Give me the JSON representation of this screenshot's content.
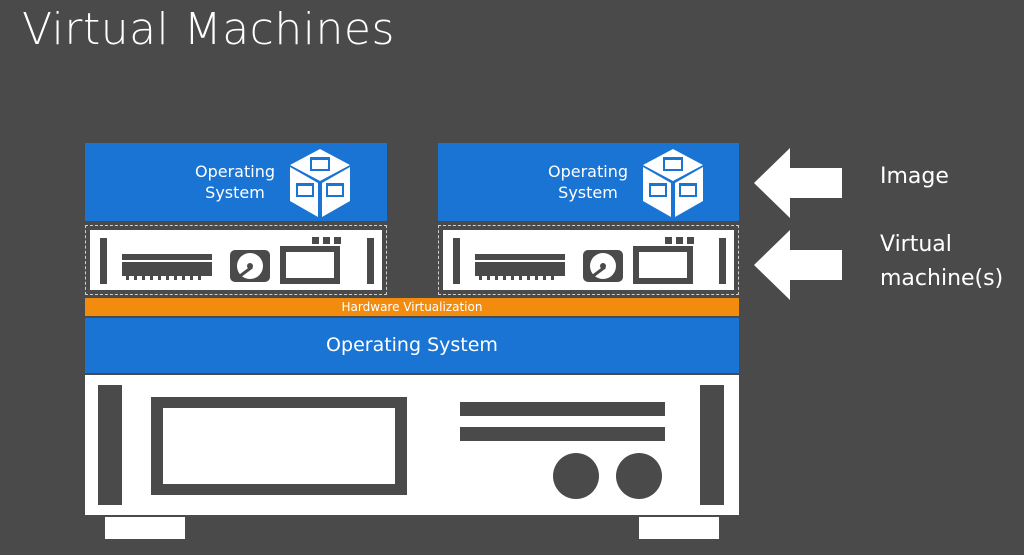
{
  "title": "Virtual Machines",
  "vms": [
    {
      "os_label_line1": "Operating",
      "os_label_line2": "System"
    },
    {
      "os_label_line1": "Operating",
      "os_label_line2": "System"
    }
  ],
  "hardware_virtualization_label": "Hardware Virtualization",
  "host_os_label": "Operating System",
  "annotations": {
    "image_label": "Image",
    "vm_label_line1": "Virtual",
    "vm_label_line2": "machine(s)"
  },
  "colors": {
    "background": "#4a4a4a",
    "os_blue": "#1a74d3",
    "hypervisor_orange": "#f28c0f",
    "hardware_white": "#ffffff",
    "hardware_dark": "#4a4a4a"
  },
  "icons": [
    "image-cube-icon",
    "memory-chip-icon",
    "hard-disk-icon",
    "monitor-icon",
    "right-arrow-icon"
  ]
}
